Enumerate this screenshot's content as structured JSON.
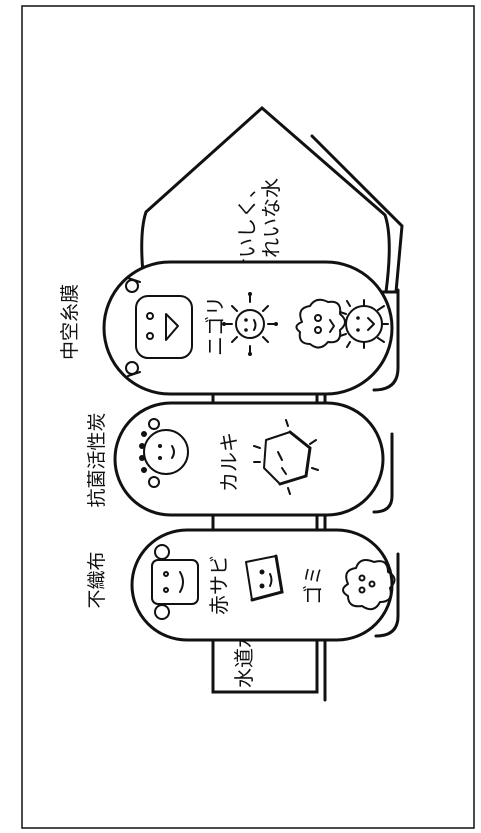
{
  "diagram": {
    "input_label": "水道水",
    "output_label_line1": "おいしく、",
    "output_label_line2": "きれいな水",
    "stages": [
      {
        "title": "不織布",
        "items": [
          "赤サビ",
          "ゴミ"
        ]
      },
      {
        "title": "抗菌活性炭",
        "items": [
          "カルキ"
        ]
      },
      {
        "title": "中空糸膜",
        "items": [
          "ニゴリ"
        ]
      }
    ]
  },
  "colors": {
    "ink": "#111111",
    "paper": "#ffffff"
  }
}
